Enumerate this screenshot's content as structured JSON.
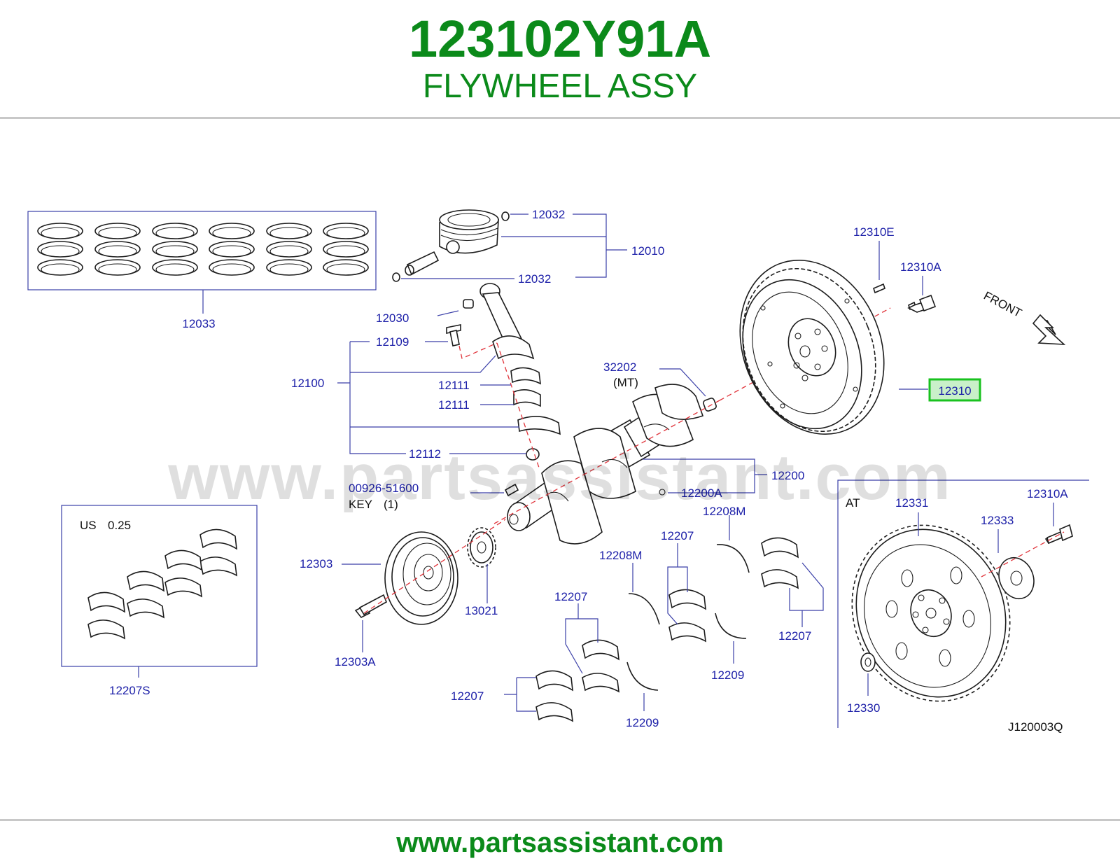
{
  "header": {
    "part_number": "123102Y91A",
    "part_name": "FLYWHEEL ASSY"
  },
  "footer": {
    "url": "www.partsassistant.com"
  },
  "watermark": "www.partsassistant.com",
  "colors": {
    "title_green": "#0b8a1a",
    "callout_blue": "#1c1fa8",
    "highlight_green": "#19c21f",
    "highlight_fill": "#c9f0c9",
    "centerline_red": "#e0333a"
  },
  "diagram": {
    "drawing_code": "J120003Q",
    "front_label": "FRONT",
    "section_at": "AT",
    "undersize_label": "US",
    "undersize_value": "0.25",
    "highlighted_part": "12310",
    "callouts": {
      "c12033": "12033",
      "c12032_top": "12032",
      "c12032_bottom": "12032",
      "c12010": "12010",
      "c12030": "12030",
      "c12109": "12109",
      "c12100": "12100",
      "c12111_a": "12111",
      "c12111_b": "12111",
      "c12112": "12112",
      "c32202": "32202",
      "c32202_note": "(MT)",
      "c12310E": "12310E",
      "c12310A": "12310A",
      "c12310": "12310",
      "c12200": "12200",
      "c12200A": "12200A",
      "c00926": "00926-51600",
      "c_key": "KEY",
      "c_key_qty": "(1)",
      "c12208M_a": "12208M",
      "c12208M_b": "12208M",
      "c12207_a": "12207",
      "c12207_b": "12207",
      "c12207_c": "12207",
      "c12207_d": "12207",
      "c12209_a": "12209",
      "c12209_b": "12209",
      "c12303": "12303",
      "c13021": "13021",
      "c12303A": "12303A",
      "c12207S": "12207S",
      "c12331": "12331",
      "c12333": "12333",
      "c12310A_at": "12310A",
      "c12330": "12330"
    }
  }
}
